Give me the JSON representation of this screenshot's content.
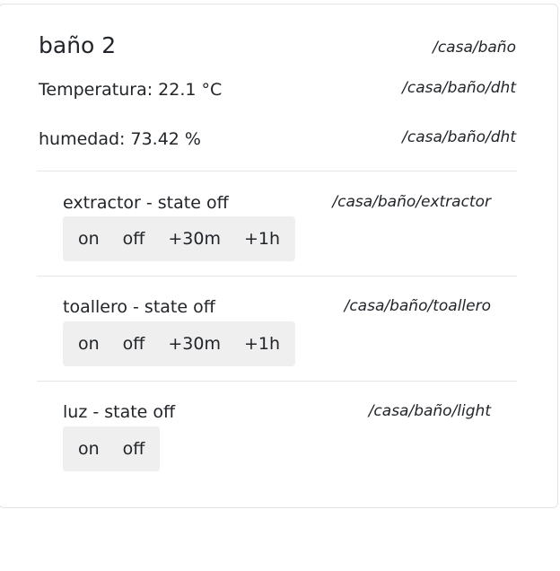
{
  "room": {
    "title": "baño 2",
    "topic": "/casa/baño"
  },
  "sensors": [
    {
      "label": "Temperatura: 22.1 °C",
      "topic": "/casa/baño/dht"
    },
    {
      "label": "humedad: 73.42 %",
      "topic": "/casa/baño/dht"
    }
  ],
  "devices": [
    {
      "label": "extractor - state off",
      "topic": "/casa/baño/extractor",
      "buttons": [
        "on",
        "off",
        "+30m",
        "+1h"
      ]
    },
    {
      "label": "toallero - state off",
      "topic": "/casa/baño/toallero",
      "buttons": [
        "on",
        "off",
        "+30m",
        "+1h"
      ]
    },
    {
      "label": "luz - state off",
      "topic": "/casa/baño/light",
      "buttons": [
        "on",
        "off"
      ]
    }
  ]
}
